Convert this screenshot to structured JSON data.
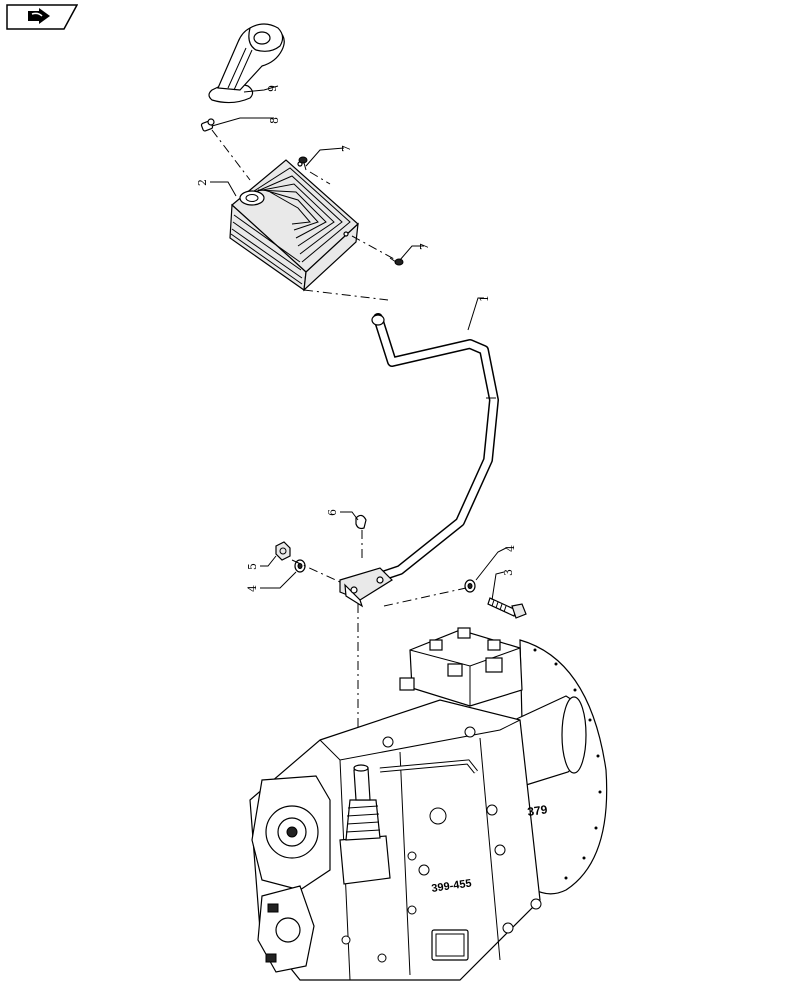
{
  "nav": {
    "icon": "next-page-arrow-icon"
  },
  "callouts": [
    {
      "id": "c9",
      "text": "9"
    },
    {
      "id": "c8",
      "text": "8"
    },
    {
      "id": "c7a",
      "text": "7"
    },
    {
      "id": "c2",
      "text": "2"
    },
    {
      "id": "c7b",
      "text": "7"
    },
    {
      "id": "c1",
      "text": "1"
    },
    {
      "id": "c6",
      "text": "6"
    },
    {
      "id": "c5",
      "text": "5"
    },
    {
      "id": "c4a",
      "text": "4"
    },
    {
      "id": "c4b",
      "text": "4"
    },
    {
      "id": "c3",
      "text": "3"
    }
  ],
  "housing_markings": {
    "number_a": "379",
    "number_b": "399-455"
  }
}
